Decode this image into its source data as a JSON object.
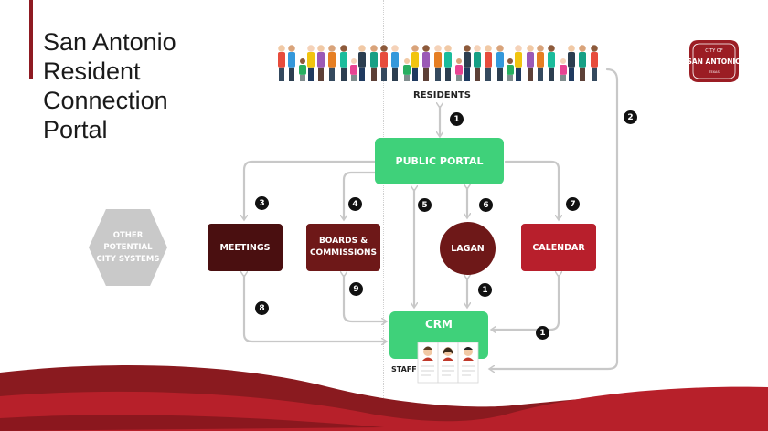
{
  "slide": {
    "title_lines": [
      "San Antonio",
      "Resident",
      "Connection",
      "Portal"
    ]
  },
  "logo": {
    "top_text": "CITY OF",
    "name": "SAN ANTONIO",
    "bottom_text": "TEXAS",
    "color": "#9b1d24"
  },
  "nodes": {
    "residents": "RESIDENTS",
    "public_portal": "PUBLIC PORTAL",
    "meetings": "MEETINGS",
    "boards_line1": "BOARDS &",
    "boards_line2": "COMMISSIONS",
    "lagan": "LAGAN",
    "calendar": "CALENDAR",
    "crm": "CRM",
    "staff": "STAFF",
    "other_line1": "OTHER",
    "other_line2": "POTENTIAL",
    "other_line3": "CITY SYSTEMS"
  },
  "badges": {
    "residents_portal": "1",
    "residents_crm": "2",
    "meetings": "3",
    "boards": "4",
    "portal_crm": "5",
    "lagan": "6",
    "calendar": "7",
    "meetings_crm": "8",
    "boards_crm": "9",
    "lagan_crm": "1",
    "calendar_crm": "1"
  },
  "colors": {
    "green": "#3fd17a",
    "dark": "#4a0f10",
    "maroon": "#6e1818",
    "red": "#b81f2c",
    "connector": "#c8c8c8",
    "hex": "#c9c9c9"
  }
}
